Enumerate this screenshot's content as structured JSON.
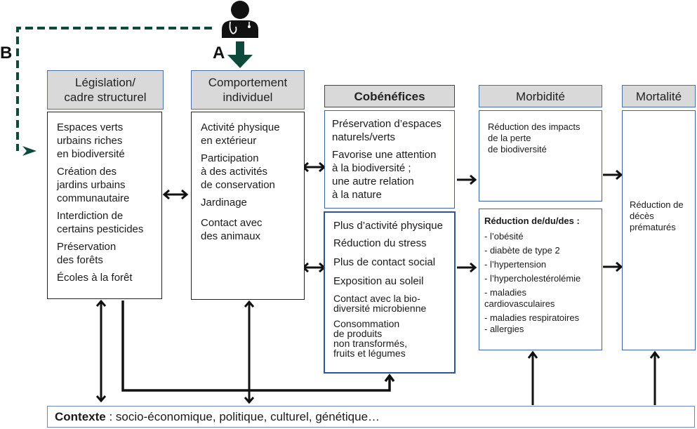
{
  "labels": {
    "a": "A",
    "b": "B"
  },
  "colors": {
    "accent_green": "#0e4a3c",
    "header_gray": "#d9d9d9",
    "border_blue": "#3d64a0"
  },
  "columns": {
    "legislation": {
      "header": "Législation/\ncadre structurel",
      "items": [
        "Espaces verts\nurbains riches\nen biodiversité",
        "Création des\njardins urbains\ncommunautaire",
        "Interdiction de\ncertains pesticides",
        "Préservation\ndes forêts",
        "Écoles à la forêt"
      ]
    },
    "behaviour": {
      "header": "Comportement\nindividuel",
      "items": [
        "Activité physique\nen extérieur",
        "Participation\nà des activités\nde conservation",
        "Jardinage",
        "Contact avec\ndes animaux"
      ]
    },
    "cobenefits": {
      "header": "Cobénéfices",
      "top_items": [
        "Préservation d’espaces\nnaturels/verts",
        "Favorise une attention\nà la biodiversité ;\nune autre relation\nà la nature"
      ],
      "bottom_items": [
        "Plus d’activité physique",
        "Réduction du stress",
        "Plus de contact social",
        "Exposition au soleil",
        "Contact avec la bio-\ndiversité microbienne",
        "Consommation\nde produits\nnon transformés,\nfruits et légumes"
      ]
    },
    "morbidity": {
      "header": "Morbidité",
      "top_text": "Réduction des impacts\nde la perte\nde biodiversité",
      "bottom_title": "Réduction de/du/des :",
      "bottom_items": [
        "- l’obésité",
        "- diabète de type 2",
        "- l’hypertension",
        "- l’hypercholestérolémie",
        "- maladies\ncardiovasculaires",
        "- maladies respiratoires\n- allergies"
      ]
    },
    "mortality": {
      "header": "Mortalité",
      "text": "Réduction de\ndécès\nprématurés"
    }
  },
  "context": {
    "label": "Contexte",
    "text": " : socio-économique, politique, culturel, génétique…"
  }
}
